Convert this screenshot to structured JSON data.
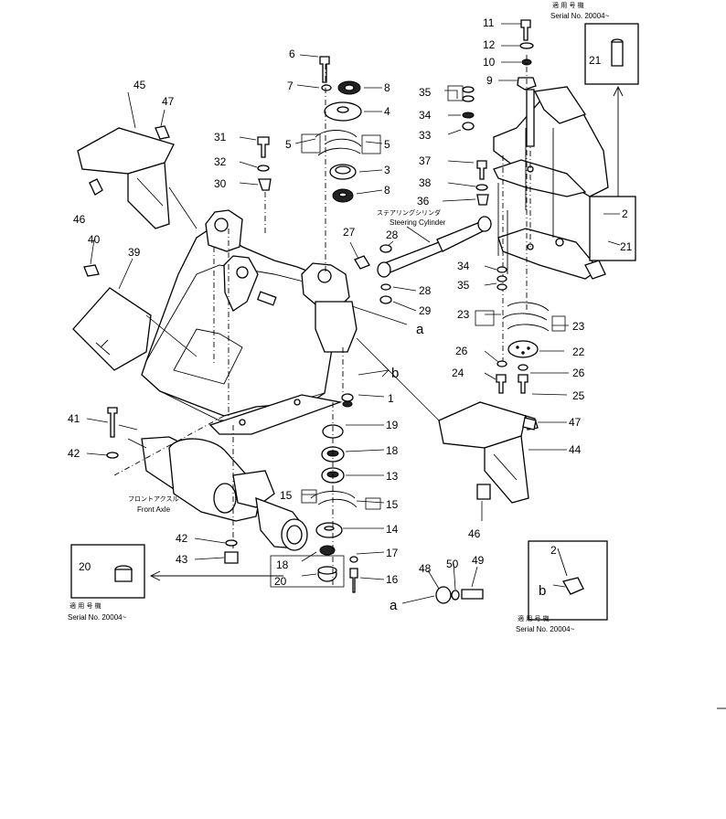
{
  "steering_cylinder": {
    "jp": "ステアリングシリンダ",
    "en": "Steering Cylinder"
  },
  "front_axle": {
    "jp": "フロントアクスル",
    "en": "Front Axle"
  },
  "serial_notes": [
    {
      "jp": "適 用 号 機",
      "en": "Serial No. 20004~"
    },
    {
      "jp": "適 用 号 機",
      "en": "Serial No. 20004~"
    },
    {
      "jp": "適 用 号 機",
      "en": "Serial No. 20004~"
    }
  ],
  "callouts": {
    "c1": "1",
    "c2a": "2",
    "c2b": "2",
    "c3": "3",
    "c4": "4",
    "c5a": "5",
    "c5b": "5",
    "c6": "6",
    "c7": "7",
    "c8a": "8",
    "c8b": "8",
    "c9": "9",
    "c10": "10",
    "c11": "11",
    "c12": "12",
    "c13": "13",
    "c14": "14",
    "c15a": "15",
    "c15b": "15",
    "c16": "16",
    "c17": "17",
    "c18a": "18",
    "c18b": "18",
    "c19": "19",
    "c20a": "20",
    "c20b": "20",
    "c21a": "21",
    "c21b": "21",
    "c22": "22",
    "c23a": "23",
    "c23b": "23",
    "c24": "24",
    "c25": "25",
    "c26a": "26",
    "c26b": "26",
    "c27": "27",
    "c28a": "28",
    "c28b": "28",
    "c29": "29",
    "c30": "30",
    "c31": "31",
    "c32": "32",
    "c33": "33",
    "c34a": "34",
    "c34b": "34",
    "c35a": "35",
    "c35b": "35",
    "c36": "36",
    "c37": "37",
    "c38": "38",
    "c39": "39",
    "c40": "40",
    "c41": "41",
    "c42a": "42",
    "c42b": "42",
    "c43": "43",
    "c44": "44",
    "c45": "45",
    "c46a": "46",
    "c46b": "46",
    "c47a": "47",
    "c47b": "47",
    "c48": "48",
    "c49": "49",
    "c50": "50",
    "a1": "a",
    "a2": "a",
    "b1": "b",
    "b2": "b"
  }
}
